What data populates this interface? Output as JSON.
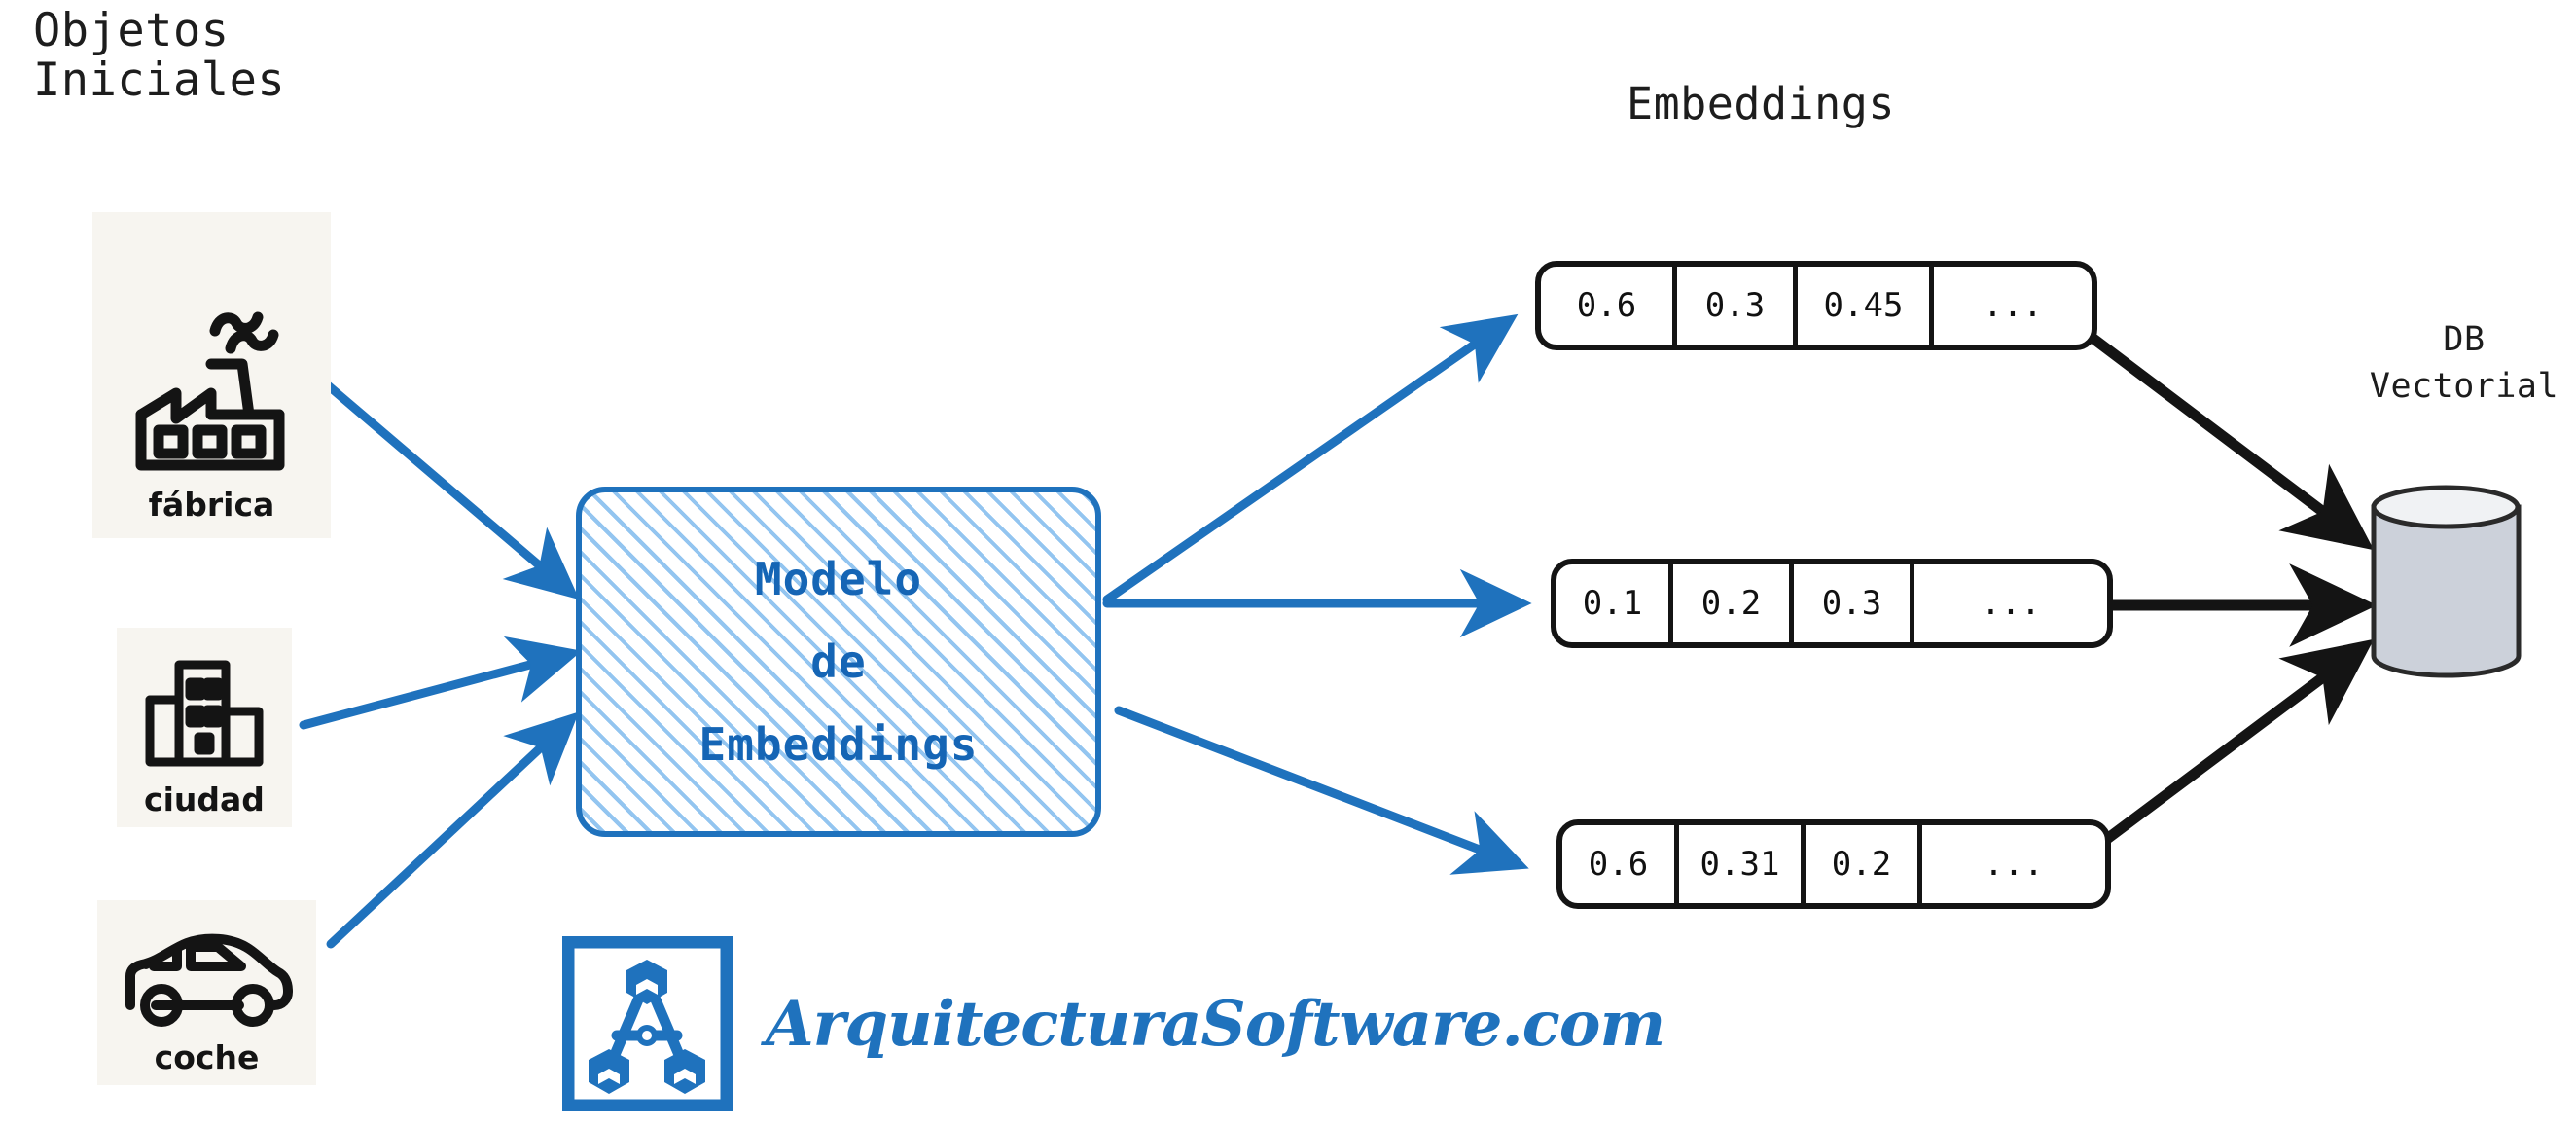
{
  "headings": {
    "objetos_iniciales": "Objetos\nIniciales",
    "embeddings": "Embeddings",
    "db_vectorial": "DB\nVectorial"
  },
  "objects": [
    {
      "id": "fabrica",
      "label": "fábrica",
      "icon": "factory-icon"
    },
    {
      "id": "ciudad",
      "label": "ciudad",
      "icon": "city-buildings-icon"
    },
    {
      "id": "coche",
      "label": "coche",
      "icon": "car-icon"
    }
  ],
  "model": {
    "lines": [
      "Modelo",
      "de",
      "Embeddings"
    ],
    "border_color": "#1f72bd",
    "hatch_color": "#93c5f0",
    "text_color": "#1565b5"
  },
  "vectors": [
    {
      "id": "vec-1",
      "cells": [
        "0.6",
        "0.3",
        "0.45"
      ],
      "ellipsis": "..."
    },
    {
      "id": "vec-2",
      "cells": [
        "0.1",
        "0.2",
        "0.3"
      ],
      "ellipsis": "..."
    },
    {
      "id": "vec-3",
      "cells": [
        "0.6",
        "0.31",
        "0.2"
      ],
      "ellipsis": "..."
    }
  ],
  "database": {
    "icon": "database-cylinder-icon",
    "body_color": "#ccd1da",
    "top_color": "#f0f2f4",
    "stroke_color": "#2a2a2a"
  },
  "watermark": {
    "brand_text": "ArquitecturaSoftware.com",
    "brand_icon": "arquitectura-software-logo-icon",
    "brand_color": "#1f72bd"
  },
  "arrows": {
    "input_color": "#1f72bd",
    "output_color": "#1f72bd",
    "store_color": "#141414"
  }
}
